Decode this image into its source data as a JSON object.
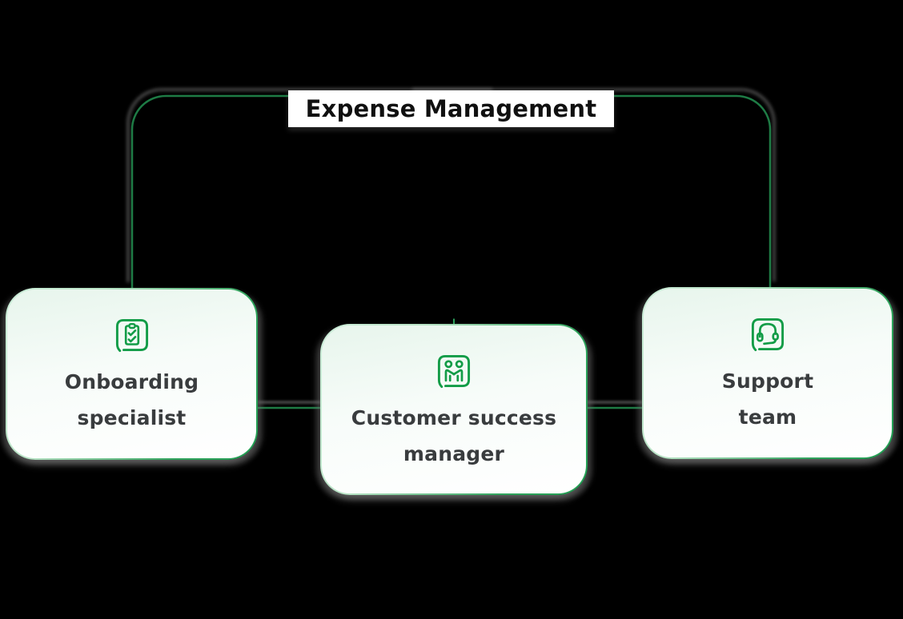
{
  "diagram": {
    "title": "Expense Management",
    "nodes": [
      {
        "id": "onboarding-specialist",
        "line1": "Onboarding",
        "line2": "specialist",
        "icon": "clipboard-check-icon"
      },
      {
        "id": "customer-success-manager",
        "line1": "Customer success",
        "line2": "manager",
        "icon": "people-meeting-icon"
      },
      {
        "id": "support-team",
        "line1": "Support",
        "line2": "team",
        "icon": "headset-icon"
      }
    ],
    "colors": {
      "background": "#000000",
      "connector_green": "#1e7b45",
      "icon_green": "#129c47",
      "node_text": "#393c3e",
      "title_text": "#101010",
      "border_light": "#cdeeda",
      "border_dark": "#219e52",
      "fill_tint": "#e7f5ec",
      "shadow_gray": "#6a6a6a"
    }
  }
}
